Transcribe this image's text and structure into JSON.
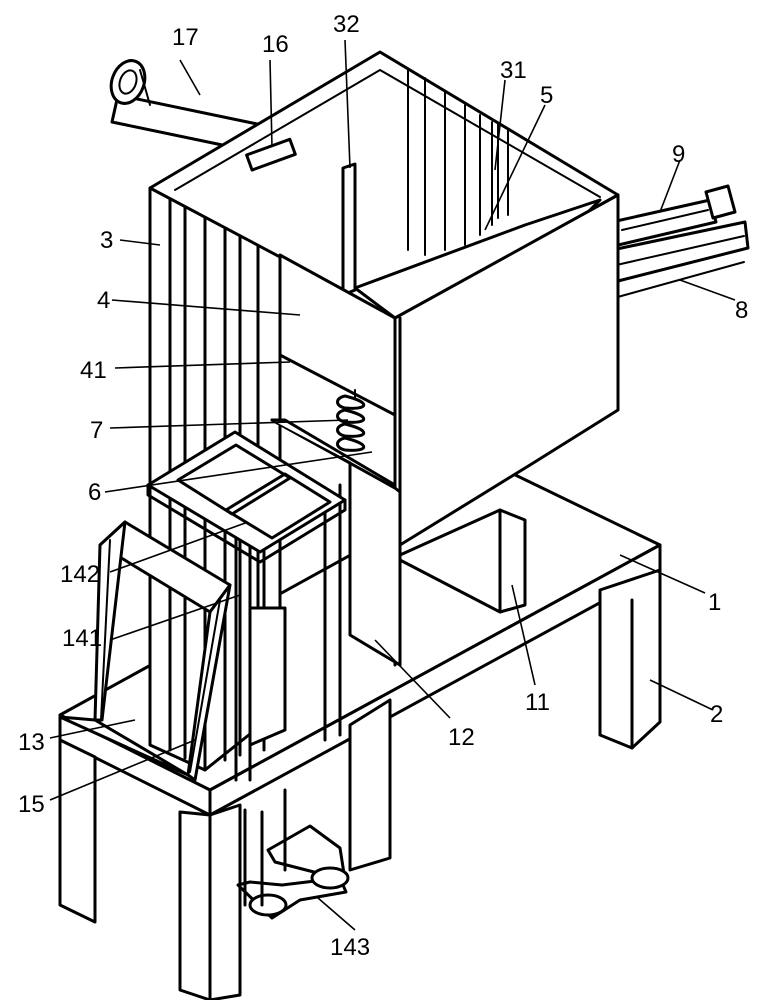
{
  "figure": {
    "labels": [
      "17",
      "16",
      "32",
      "31",
      "5",
      "9",
      "3",
      "4",
      "8",
      "41",
      "7",
      "6",
      "142",
      "1",
      "141",
      "2",
      "11",
      "13",
      "12",
      "15",
      "143"
    ]
  }
}
